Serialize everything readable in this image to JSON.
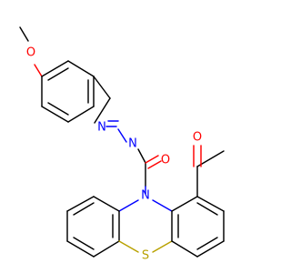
{
  "molecule": {
    "atoms": {
      "methoxy_o": "O",
      "hydrazone_n1": "N",
      "hydrazone_n2": "N",
      "carbonyl_o": "O",
      "ring_n": "N",
      "acetyl_o": "O",
      "ring_s": "S"
    }
  },
  "colors": {
    "carbon_bond": "#000000",
    "oxygen": "#ff0000",
    "nitrogen": "#0000ff",
    "sulfur": "#b8a100",
    "background": "#ffffff"
  }
}
